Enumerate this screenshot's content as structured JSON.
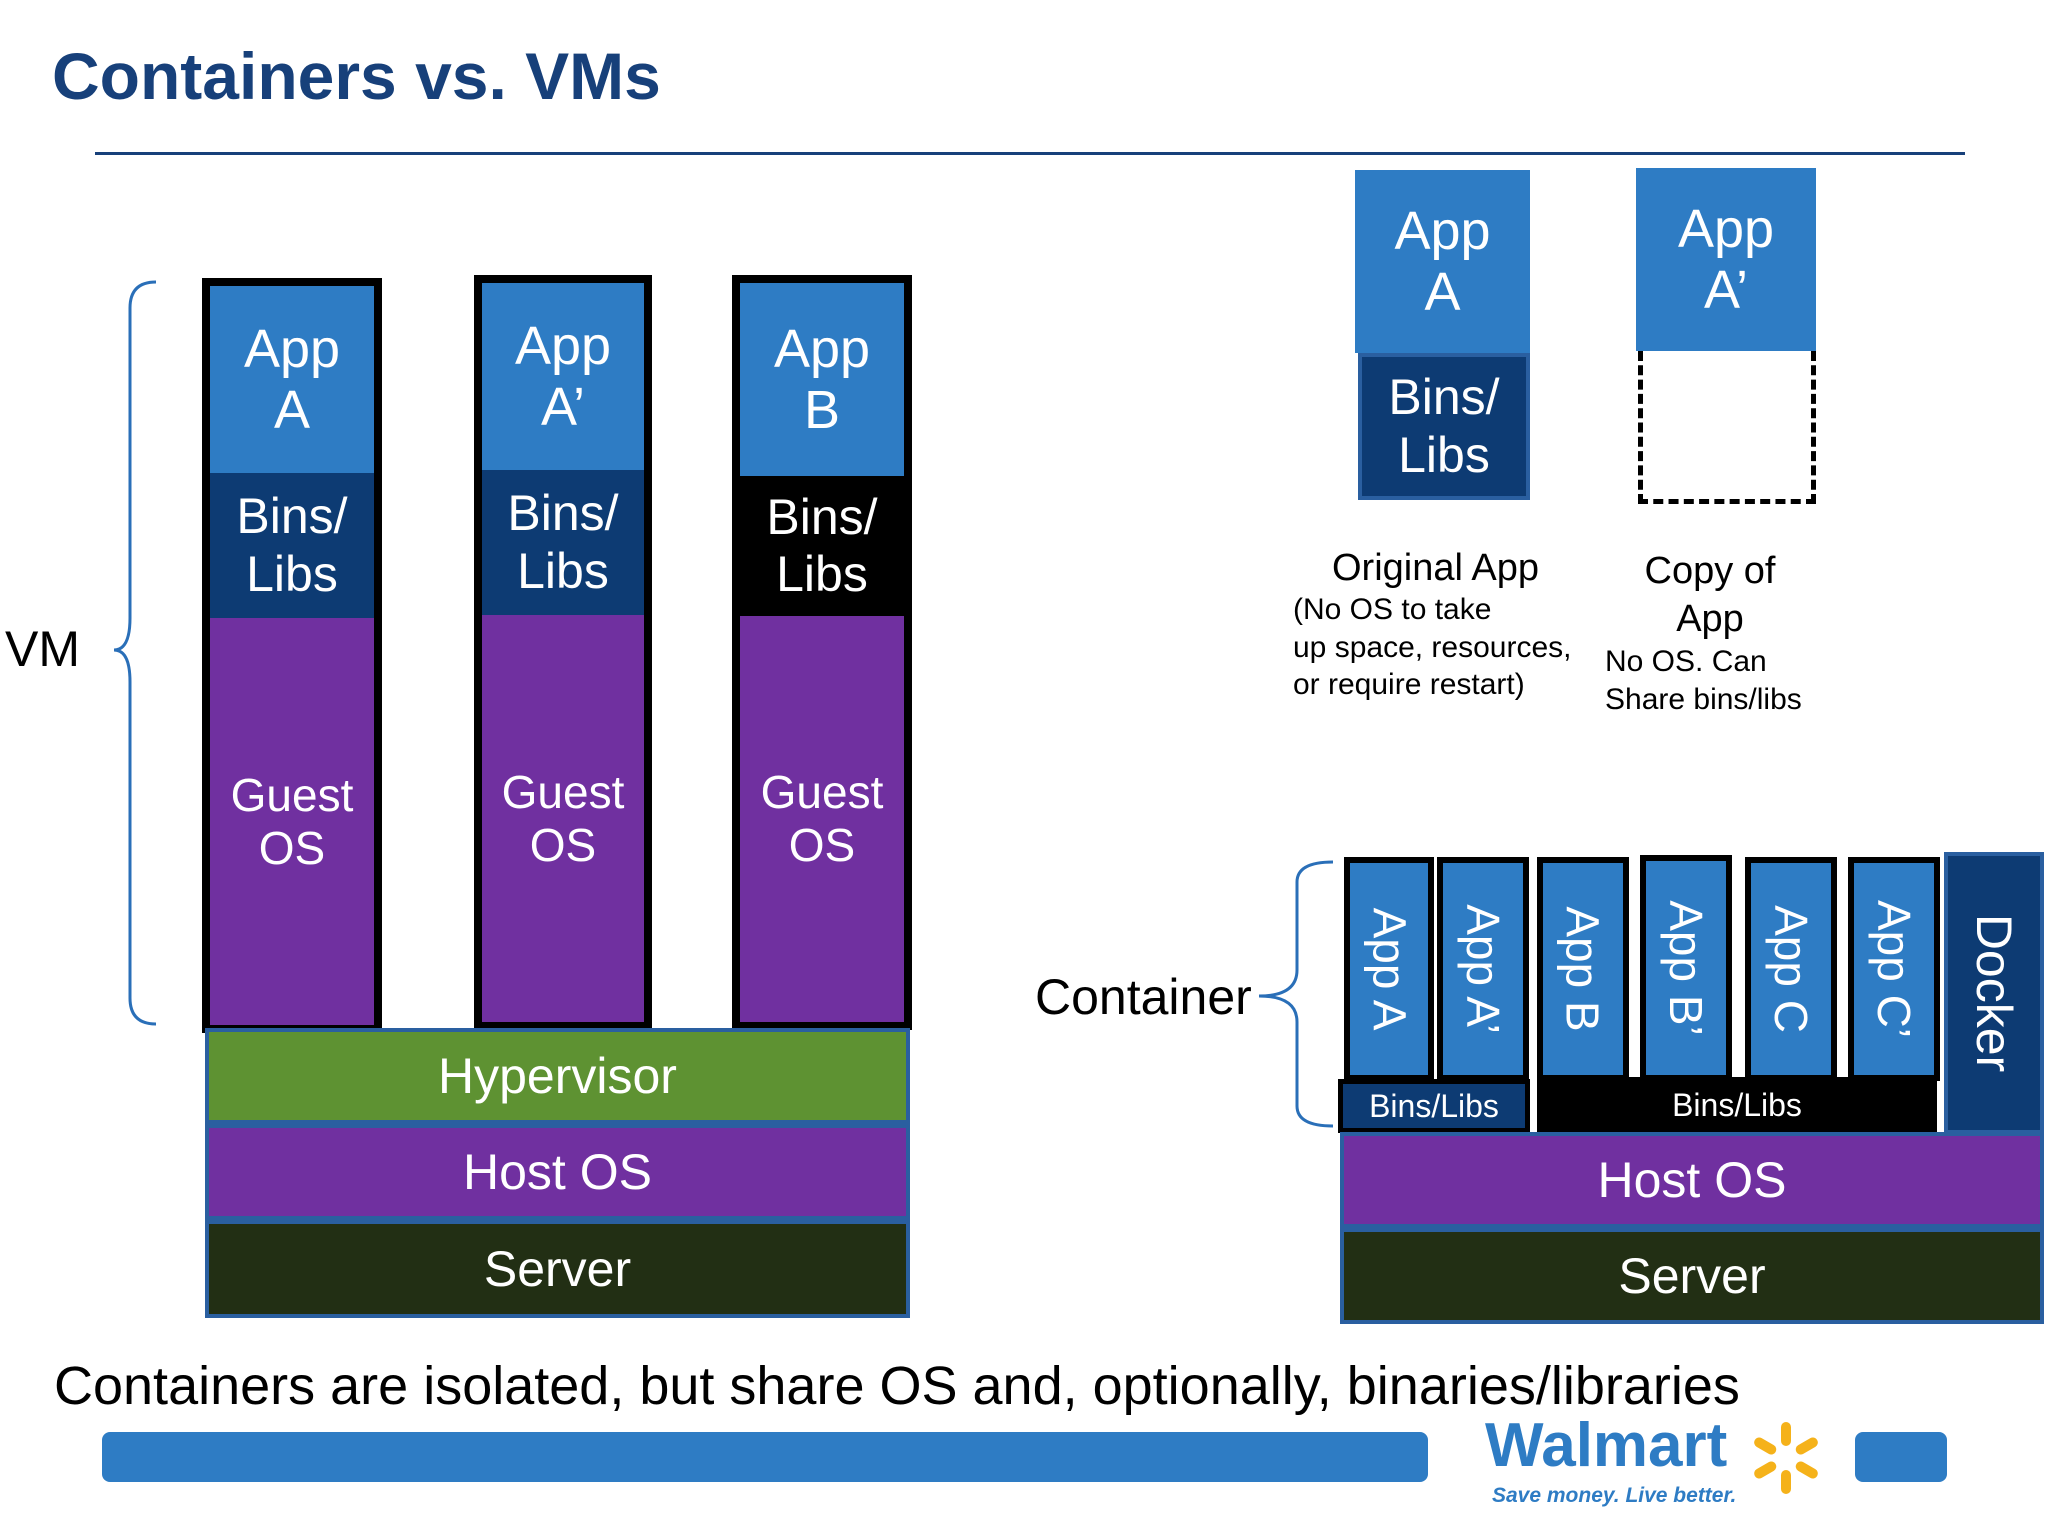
{
  "title": "Containers vs. VMs",
  "vm_stack": {
    "side_label": "VM",
    "columns": [
      {
        "app": "App\nA",
        "bins": "Bins/\nLibs",
        "guest": "Guest\nOS"
      },
      {
        "app": "App\nA’",
        "bins": "Bins/\nLibs",
        "guest": "Guest\nOS"
      },
      {
        "app": "App\nB",
        "bins": "Bins/\nLibs",
        "guest": "Guest\nOS"
      }
    ],
    "hypervisor": "Hypervisor",
    "host_os": "Host OS",
    "server": "Server"
  },
  "copy_demo": {
    "original": {
      "app": "App\nA",
      "bins": "Bins/\nLibs",
      "caption": "Original App",
      "note": "(No OS to take\nup space, resources,\nor require restart)"
    },
    "copy": {
      "app": "App\nA’",
      "caption": "Copy of\nApp",
      "note": "No OS. Can\nShare bins/libs"
    }
  },
  "container_stack": {
    "side_label": "Container",
    "apps": [
      "App A",
      "App A’",
      "App B",
      "App B’",
      "App C",
      "App C’"
    ],
    "bins_left": "Bins/Libs",
    "bins_right": "Bins/Libs",
    "docker": "Docker",
    "host_os": "Host OS",
    "server": "Server"
  },
  "footer": {
    "statement": "Containers are isolated, but share OS and, optionally, binaries/libraries",
    "logo_word": "Walmart",
    "logo_tagline": "Save money. Live better."
  },
  "colors": {
    "title": "#17407a",
    "app_blue": "#2e7cc4",
    "bins_navy": "#0d3b73",
    "guest_purple": "#7030a0",
    "hypervisor_green": "#5e9232",
    "server_dark": "#222f14",
    "spark_yellow": "#f5b21a"
  }
}
